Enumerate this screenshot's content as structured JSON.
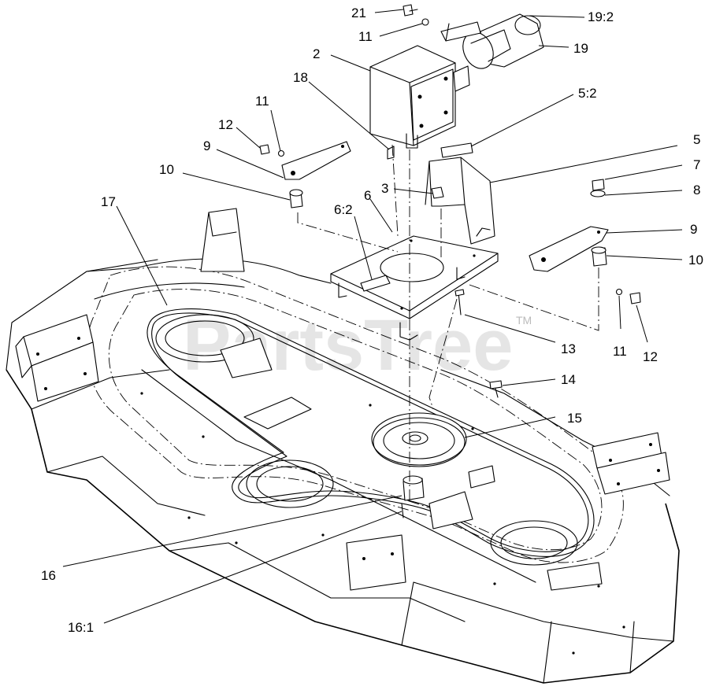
{
  "watermark": {
    "text": "PartsTree",
    "trademark": "TM"
  },
  "callouts": [
    {
      "id": "c21",
      "label": "21"
    },
    {
      "id": "c11a",
      "label": "11"
    },
    {
      "id": "c19_2",
      "label": "19:2"
    },
    {
      "id": "c19",
      "label": "19"
    },
    {
      "id": "c2",
      "label": "2"
    },
    {
      "id": "c18",
      "label": "18"
    },
    {
      "id": "c11b",
      "label": "11"
    },
    {
      "id": "c12a",
      "label": "12"
    },
    {
      "id": "c9a",
      "label": "9"
    },
    {
      "id": "c10a",
      "label": "10"
    },
    {
      "id": "c17",
      "label": "17"
    },
    {
      "id": "c5_2",
      "label": "5:2"
    },
    {
      "id": "c5",
      "label": "5"
    },
    {
      "id": "c3",
      "label": "3"
    },
    {
      "id": "c6_2",
      "label": "6:2"
    },
    {
      "id": "c6",
      "label": "6"
    },
    {
      "id": "c7",
      "label": "7"
    },
    {
      "id": "c8",
      "label": "8"
    },
    {
      "id": "c9b",
      "label": "9"
    },
    {
      "id": "c10b",
      "label": "10"
    },
    {
      "id": "c13",
      "label": "13"
    },
    {
      "id": "c11c",
      "label": "11"
    },
    {
      "id": "c12b",
      "label": "12"
    },
    {
      "id": "c14",
      "label": "14"
    },
    {
      "id": "c15",
      "label": "15"
    },
    {
      "id": "c16",
      "label": "16"
    },
    {
      "id": "c16_1",
      "label": "16:1"
    }
  ]
}
